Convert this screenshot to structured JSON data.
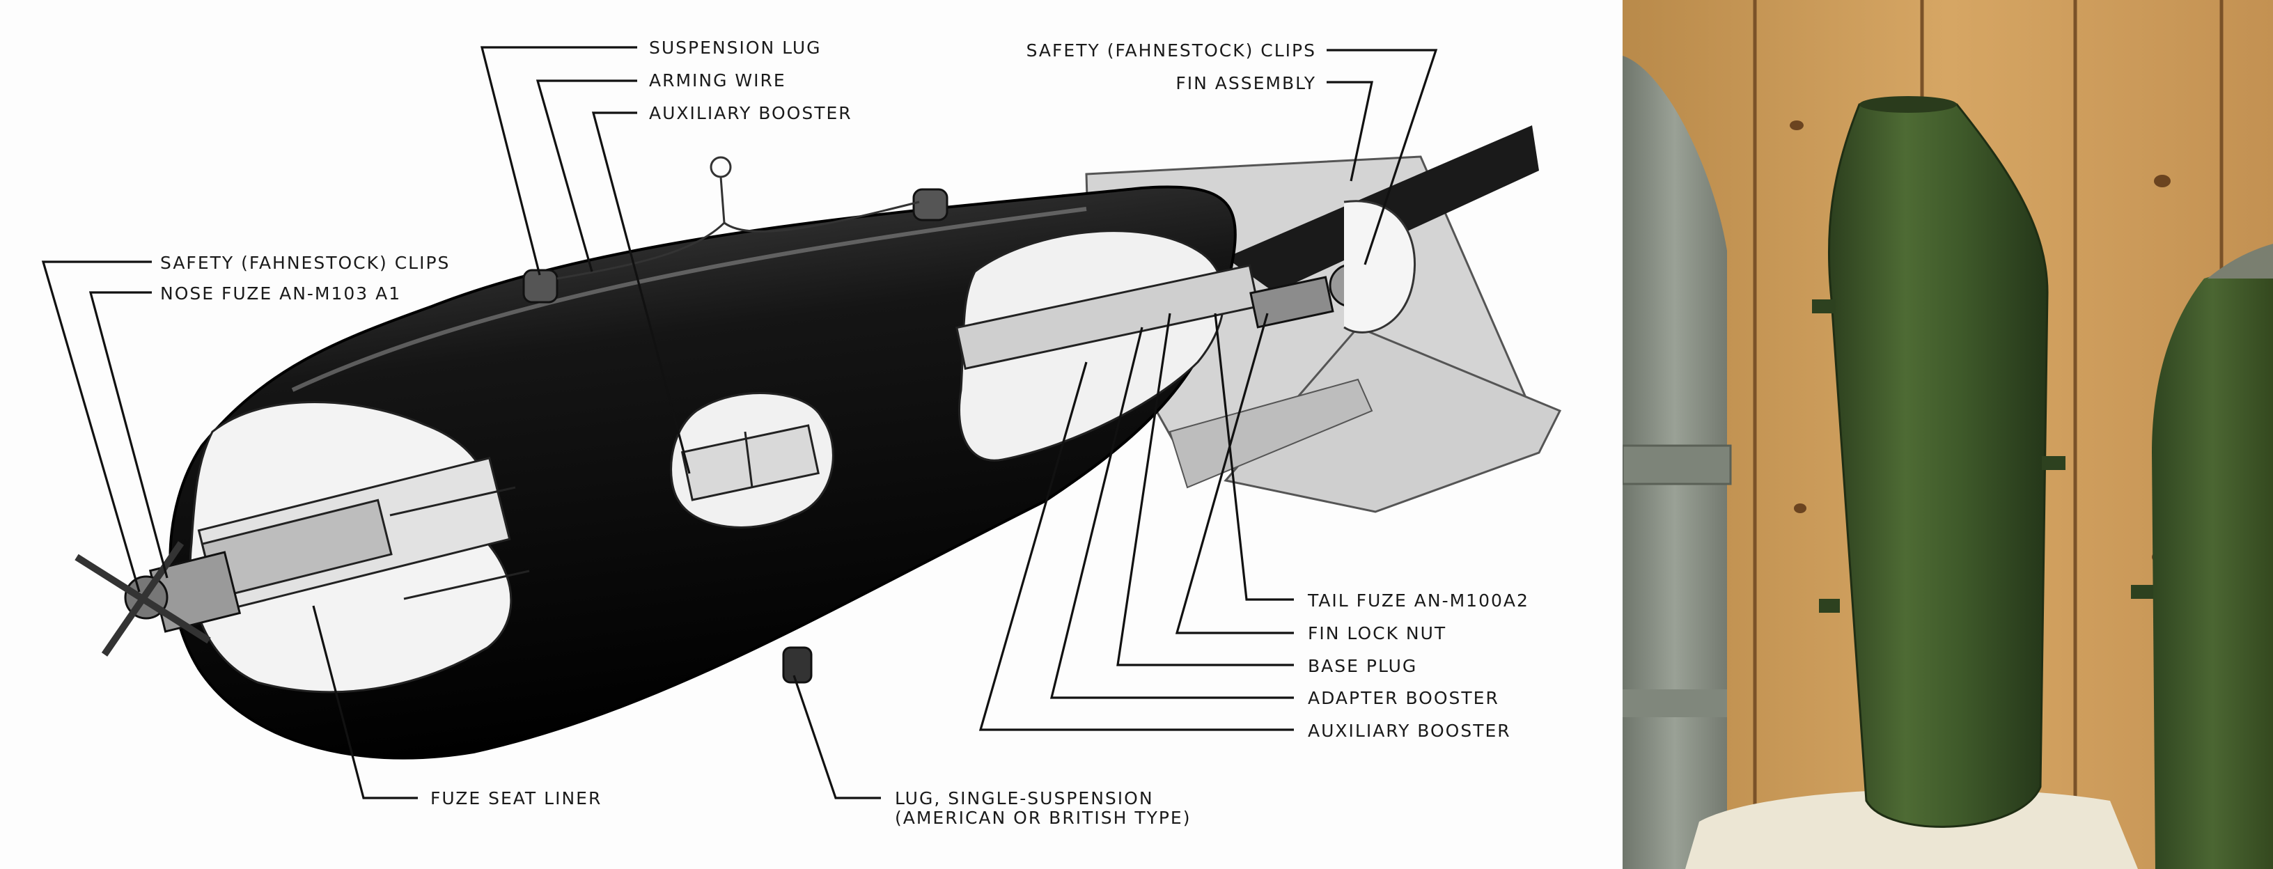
{
  "diagram": {
    "labels": {
      "suspension_lug": "SUSPENSION LUG",
      "arming_wire": "ARMING WIRE",
      "auxiliary_booster_top": "AUXILIARY BOOSTER",
      "safety_clips_tail": "SAFETY (FAHNESTOCK) CLIPS",
      "fin_assembly": "FIN ASSEMBLY",
      "safety_clips_nose": "SAFETY (FAHNESTOCK) CLIPS",
      "nose_fuze": "NOSE FUZE AN-M103 A1",
      "tail_fuze": "TAIL FUZE AN-M100A2",
      "fin_lock_nut": "FIN LOCK NUT",
      "base_plug": "BASE PLUG",
      "adapter_booster": "ADAPTER BOOSTER",
      "auxiliary_booster_bottom": "AUXILIARY BOOSTER",
      "fuze_seat_liner": "FUZE SEAT LINER",
      "lug_single_line1": "LUG, SINGLE-SUSPENSION",
      "lug_single_line2": "(AMERICAN OR BRITISH TYPE)"
    }
  },
  "photo": {
    "colors": {
      "wood": "#c9944f",
      "bomb_green": "#3f5a2a",
      "grey_casing": "#8f968c",
      "pedestal": "#ece6d4"
    }
  }
}
